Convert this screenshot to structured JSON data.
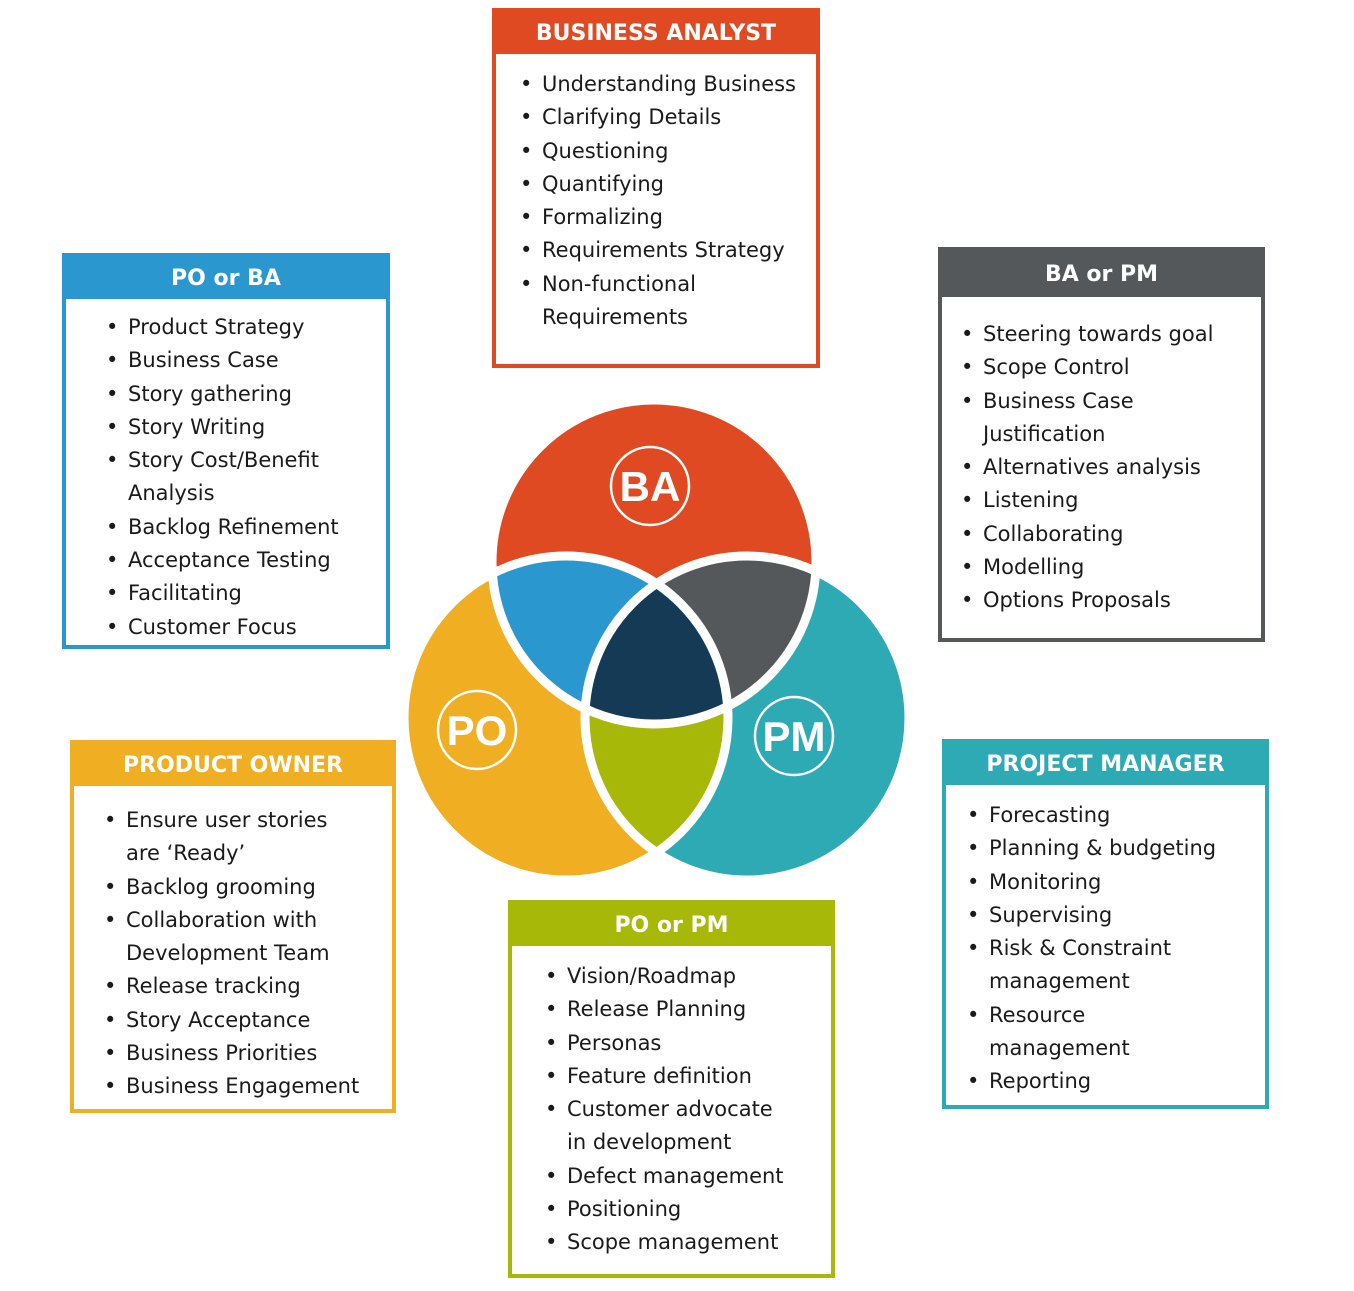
{
  "colors": {
    "ba": "#e04a22",
    "po_or_ba": "#2b97cf",
    "ba_or_pm": "#55585b",
    "po": "#f0ae22",
    "pm": "#2eaab4",
    "po_or_pm": "#a7b808",
    "center": "#153a55"
  },
  "venn": {
    "ba_label": "BA",
    "po_label": "PO",
    "pm_label": "PM"
  },
  "business_analyst": {
    "title": "BUSINESS ANALYST",
    "items": [
      "Understanding Business",
      "Clarifying Details",
      "Questioning",
      "Quantifying",
      "Formalizing",
      "Requirements Strategy",
      "Non-functional",
      "Requirements"
    ]
  },
  "po_or_ba": {
    "title": "PO or BA",
    "items": [
      "Product Strategy",
      "Business Case",
      "Story gathering",
      "Story Writing",
      "Story Cost/Benefit",
      "Analysis",
      "Backlog Refinement",
      "Acceptance Testing",
      "Facilitating",
      "Customer Focus"
    ]
  },
  "ba_or_pm": {
    "title": "BA or PM",
    "items": [
      "Steering towards goal",
      "Scope Control",
      "Business Case",
      "Justification",
      "Alternatives analysis",
      "Listening",
      "Collaborating",
      "Modelling",
      "Options Proposals"
    ]
  },
  "product_owner": {
    "title": "PRODUCT OWNER",
    "items": [
      "Ensure user stories",
      "are ‘Ready’",
      "Backlog grooming",
      "Collaboration with",
      "Development Team",
      "Release tracking",
      "Story Acceptance",
      "Business Priorities",
      "Business Engagement"
    ]
  },
  "project_manager": {
    "title": "PROJECT MANAGER",
    "items": [
      "Forecasting",
      "Planning & budgeting",
      "Monitoring",
      "Supervising",
      "Risk & Constraint",
      "management",
      "Resource",
      "management",
      "Reporting"
    ]
  },
  "po_or_pm": {
    "title": "PO or PM",
    "items": [
      "Vision/Roadmap",
      "Release Planning",
      "Personas",
      "Feature definition",
      "Customer advocate",
      "in development",
      "Defect management",
      "Positioning",
      "Scope management"
    ]
  }
}
